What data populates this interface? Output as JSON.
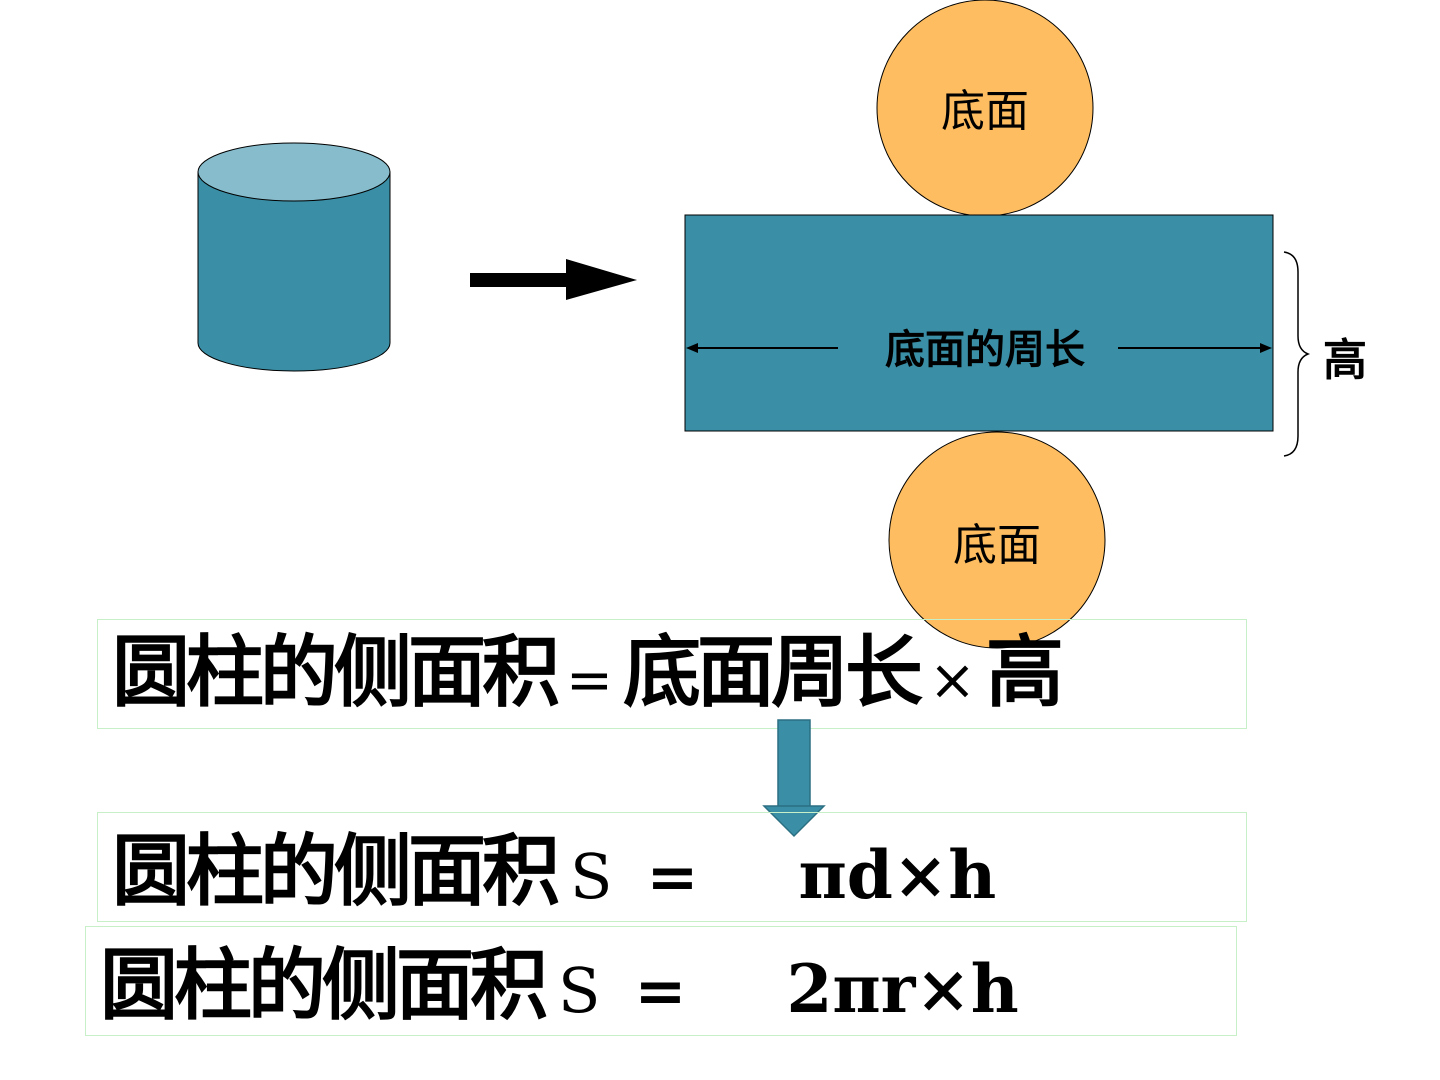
{
  "diagram": {
    "top_circle_label": "底面",
    "bottom_circle_label": "底面",
    "rect_width_label": "底面的周长",
    "rect_height_label": "高",
    "colors": {
      "cylinder_body": "#3a8fa6",
      "cylinder_top": "#86bccb",
      "base_circle": "#fdbd60",
      "unrolled_rect": "#3a8fa6",
      "down_arrow": "#3a8fa6"
    }
  },
  "formulas": {
    "general": {
      "lhs": "圆柱的侧面积",
      "eq": "=",
      "rhs": "底面周长",
      "times": "×",
      "height": "高"
    },
    "diameter": {
      "lhs": "圆柱的侧面积",
      "s": "S",
      "eq": "=",
      "expr": "πd×h"
    },
    "radius": {
      "lhs": "圆柱的侧面积",
      "s": "S",
      "eq": "=",
      "expr": "2πr×h"
    }
  }
}
